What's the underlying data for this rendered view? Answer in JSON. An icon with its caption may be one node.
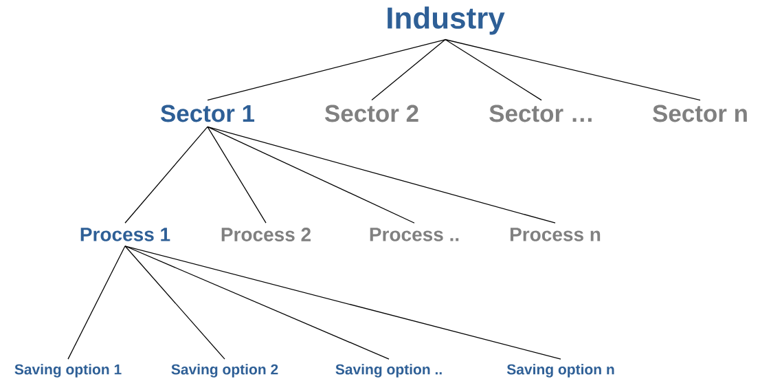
{
  "diagram": {
    "nodes": [
      {
        "text": [
          "Industry"
        ]
      },
      {
        "text": [
          "Sector 1"
        ]
      },
      {
        "text": [
          "Sector 2"
        ]
      },
      {
        "text": [
          "Sector …"
        ]
      },
      {
        "text": [
          "Sector n"
        ]
      },
      {
        "text": [
          "Process 1"
        ]
      },
      {
        "text": [
          "Process 2"
        ]
      },
      {
        "text": [
          "Process .."
        ]
      },
      {
        "text": [
          "Process n"
        ]
      },
      {
        "text": [
          "Saving option 1"
        ]
      },
      {
        "text": [
          "Saving option 2"
        ]
      },
      {
        "text": [
          "Saving option .."
        ]
      },
      {
        "text": [
          "Saving option n"
        ]
      }
    ],
    "edges": [
      {
        "from": 0,
        "to": 1,
        "arrow": "none"
      },
      {
        "from": 0,
        "to": 2,
        "arrow": "none"
      },
      {
        "from": 0,
        "to": 3,
        "arrow": "none"
      },
      {
        "from": 0,
        "to": 4,
        "arrow": "none"
      },
      {
        "from": 1,
        "to": 5,
        "arrow": "none"
      },
      {
        "from": 1,
        "to": 6,
        "arrow": "none"
      },
      {
        "from": 1,
        "to": 7,
        "arrow": "none"
      },
      {
        "from": 1,
        "to": 8,
        "arrow": "none"
      },
      {
        "from": 5,
        "to": 9,
        "arrow": "none"
      },
      {
        "from": 5,
        "to": 10,
        "arrow": "none"
      },
      {
        "from": 5,
        "to": 11,
        "arrow": "none"
      },
      {
        "from": 5,
        "to": 12,
        "arrow": "none"
      }
    ]
  }
}
